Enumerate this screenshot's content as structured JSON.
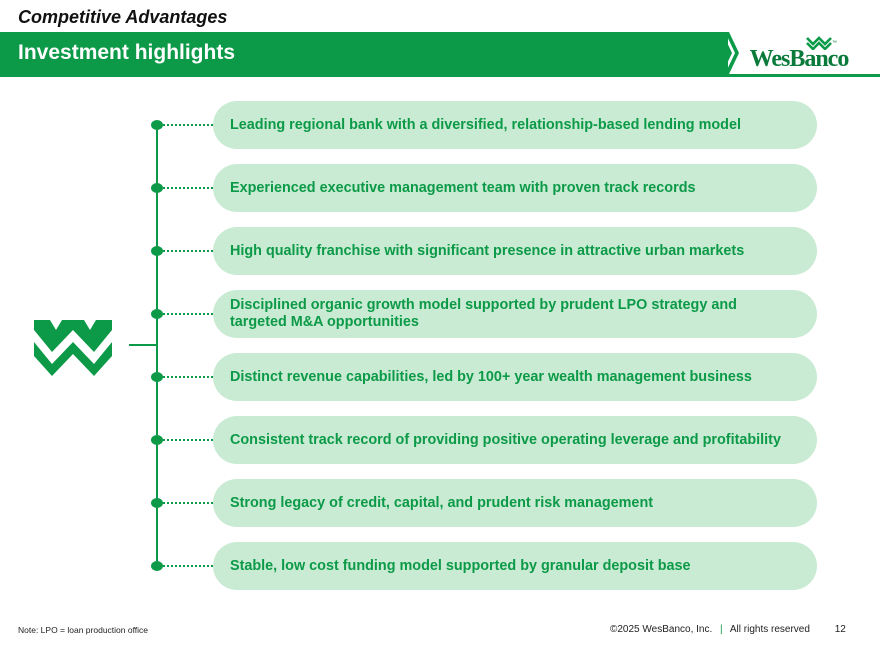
{
  "header": {
    "section_title": "Competitive Advantages",
    "banner_title": "Investment highlights",
    "logo_text": "WesBanco",
    "logo_tm": "™"
  },
  "highlights": [
    "Leading regional bank with a diversified, relationship-based lending model",
    "Experienced executive management team with proven track records",
    "High quality franchise with significant presence in attractive urban markets",
    "Disciplined organic growth model supported by prudent LPO strategy and targeted M&A opportunities",
    "Distinct revenue capabilities, led by 100+ year wealth management business",
    "Consistent track record of providing positive operating leverage and profitability",
    "Strong legacy of credit, capital, and prudent risk management",
    "Stable, low cost funding model supported by granular deposit base"
  ],
  "footer": {
    "note": "Note: LPO = loan production office",
    "copyright": "©2025 WesBanco, Inc.",
    "separator": "|",
    "rights": "All rights reserved",
    "page_number": "12"
  },
  "colors": {
    "brand_green": "#0c9a48",
    "pill_fill": "#c9ebd3",
    "logo_green": "#0a7a3a"
  }
}
